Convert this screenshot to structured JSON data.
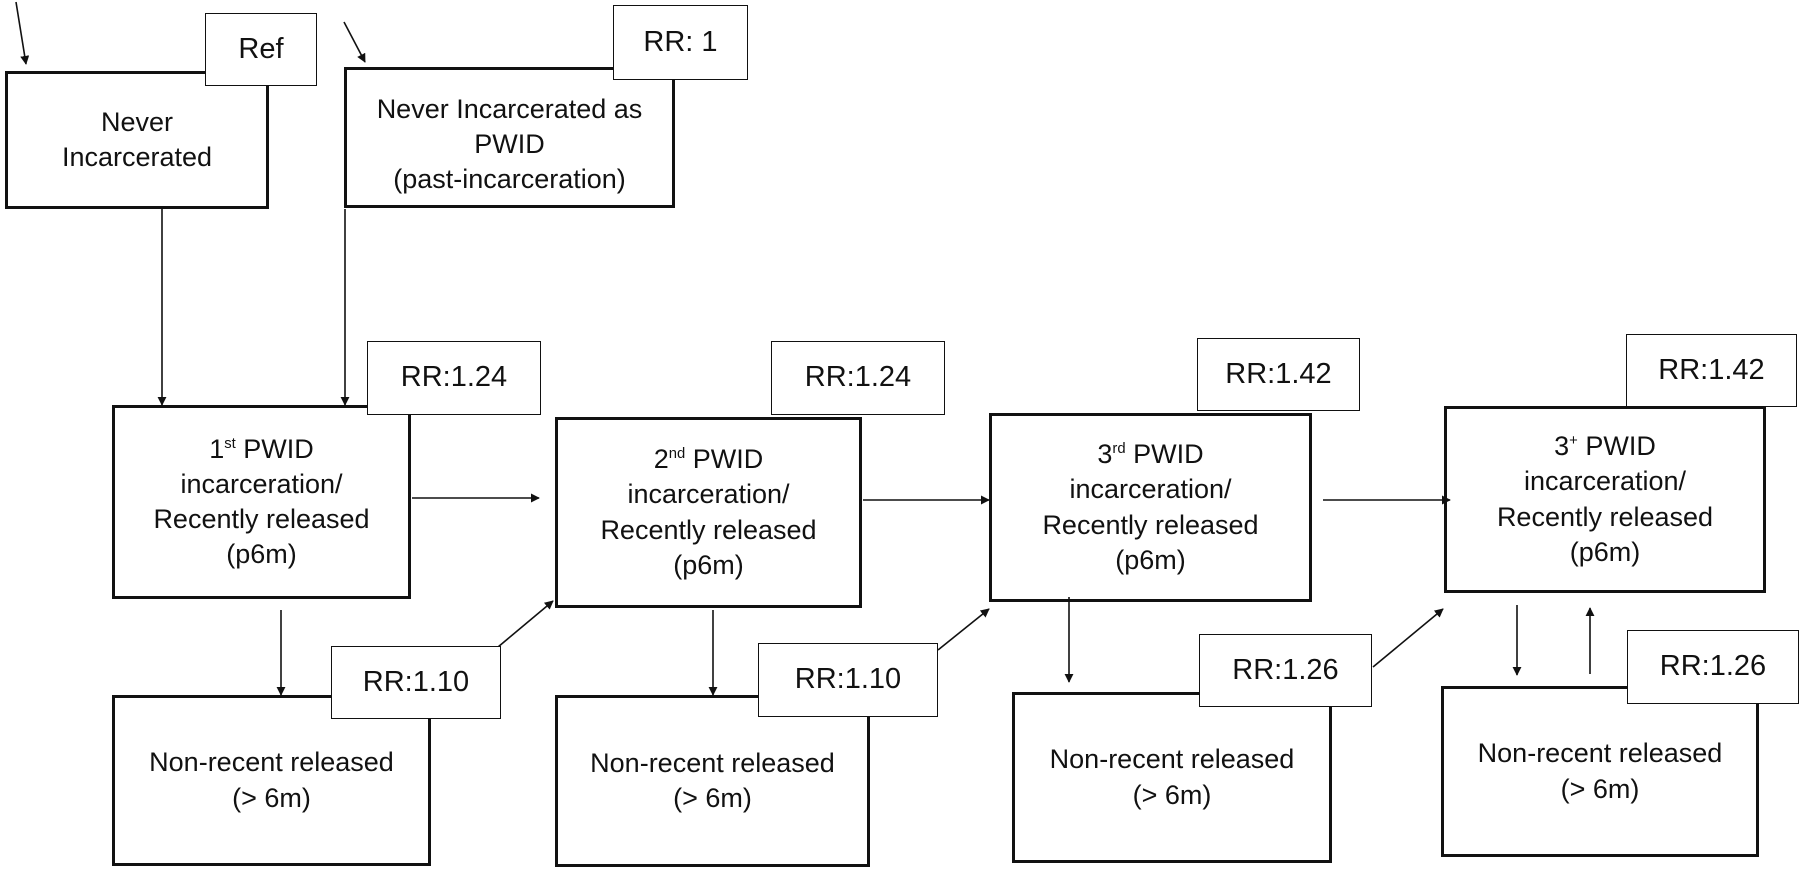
{
  "states": {
    "never": {
      "lines": [
        "Never",
        "Incarcerated"
      ]
    },
    "never_pwid": {
      "lines": [
        "Never Incarcerated as",
        "PWID",
        "(past-incarceration)"
      ]
    },
    "first": {
      "ord_num": "1",
      "ord_sup": "st",
      "ord_tail": " PWID",
      "lines": [
        "incarceration/",
        "Recently released",
        "(p6m)"
      ]
    },
    "second": {
      "ord_num": "2",
      "ord_sup": "nd",
      "ord_tail": " PWID",
      "lines": [
        "incarceration/",
        "Recently released",
        "(p6m)"
      ]
    },
    "third": {
      "ord_num": "3",
      "ord_sup": "rd",
      "ord_tail": " PWID",
      "lines": [
        "incarceration/",
        "Recently released",
        "(p6m)"
      ]
    },
    "fourth": {
      "ord_num": "3",
      "ord_sup": "+",
      "ord_tail": " PWID",
      "lines": [
        "incarceration/",
        "Recently released",
        "(p6m)"
      ]
    },
    "nonrecent_1": {
      "lines": [
        "Non-recent released",
        "(> 6m)"
      ]
    },
    "nonrecent_2": {
      "lines": [
        "Non-recent released",
        "(> 6m)"
      ]
    },
    "nonrecent_3": {
      "lines": [
        "Non-recent released",
        "(> 6m)"
      ]
    },
    "nonrecent_4": {
      "lines": [
        "Non-recent released",
        "(> 6m)"
      ]
    }
  },
  "labels": {
    "ref": "Ref",
    "rr_never_pwid": "RR: 1",
    "rr_first": "RR:1.24",
    "rr_second": "RR:1.24",
    "rr_third": "RR:1.42",
    "rr_fourth": "RR:1.42",
    "rr_nonrecent_1": "RR:1.10",
    "rr_nonrecent_2": "RR:1.10",
    "rr_nonrecent_3": "RR:1.26",
    "rr_nonrecent_4": "RR:1.26"
  }
}
